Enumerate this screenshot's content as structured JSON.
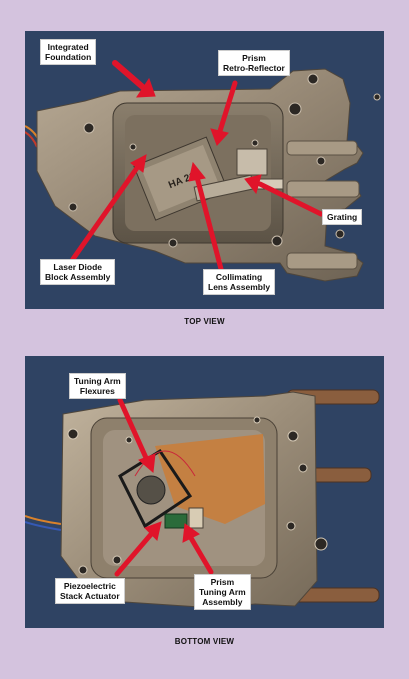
{
  "top_panel": {
    "caption": "TOP VIEW",
    "labels": {
      "integrated_foundation": [
        "Integrated",
        "Foundation"
      ],
      "prism_retro_reflector": [
        "Prism",
        "Retro-Reflector"
      ],
      "grating": [
        "Grating"
      ],
      "laser_diode": [
        "Laser Diode",
        "Block Assembly"
      ],
      "collimating_lens": [
        "Collimating",
        "Lens Assembly"
      ]
    },
    "block_marking": "HA 219"
  },
  "bottom_panel": {
    "caption": "BOTTOM VIEW",
    "labels": {
      "tuning_arm_flexures": [
        "Tuning Arm",
        "Flexures"
      ],
      "piezoelectric": [
        "Piezoelectric",
        "Stack Actuator"
      ],
      "prism_tuning_arm": [
        "Prism",
        "Tuning Arm",
        "Assembly"
      ]
    }
  },
  "colors": {
    "page_background": "#d4c3de",
    "photo_background": "#2f4363",
    "metal": "#9a8c7a",
    "arrow": "#e0142a"
  }
}
